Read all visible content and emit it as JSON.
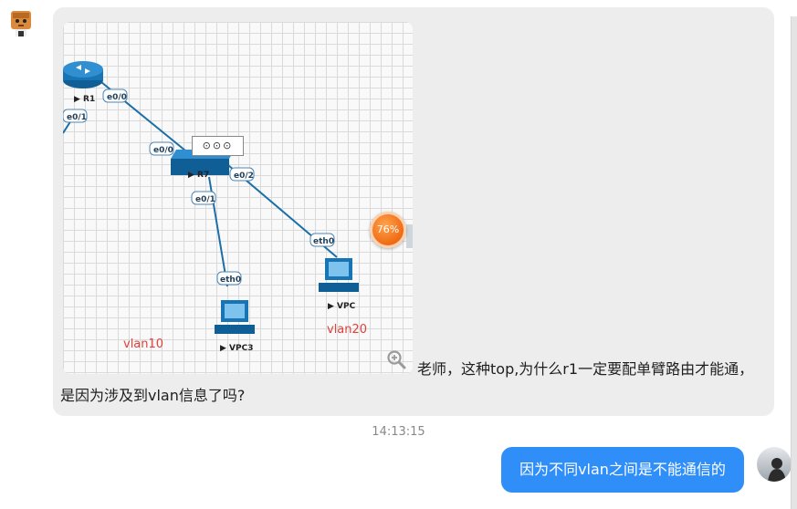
{
  "messages": {
    "received_text": "老师，这种top,为什么r1一定要配单臂路由才能通，是因为涉及到vlan信息了吗?",
    "timestamp": "14:13:15",
    "sent_text": "因为不同vlan之间是不能通信的"
  },
  "diagram": {
    "devices": {
      "r1": "▶ R1",
      "r7": "▶ R7",
      "vpc": "▶ VPC",
      "vpc3": "▶ VPC3"
    },
    "interfaces": {
      "r1_e00": "e0/0",
      "r1_e01": "e0/1",
      "r7_e00": "e0/0",
      "r7_e02": "e0/2",
      "r7_e01": "e0/1",
      "vpc_eth0": "eth0",
      "vpc3_eth0": "eth0"
    },
    "vlans": {
      "vlan10": "vlan10",
      "vlan20": "vlan20"
    },
    "context_menu": "⊙⊙⊙",
    "progress": {
      "label": "76%",
      "value": 76
    }
  },
  "colors": {
    "link": "#1b6fa8",
    "vlan_label": "#e0403a",
    "sent_bubble": "#2f8ef7",
    "received_bubble": "#ededed"
  },
  "icons": {
    "left_avatar": "cartoon-avatar-icon",
    "right_avatar": "user-avatar-icon",
    "zoom": "zoom-in-icon"
  }
}
